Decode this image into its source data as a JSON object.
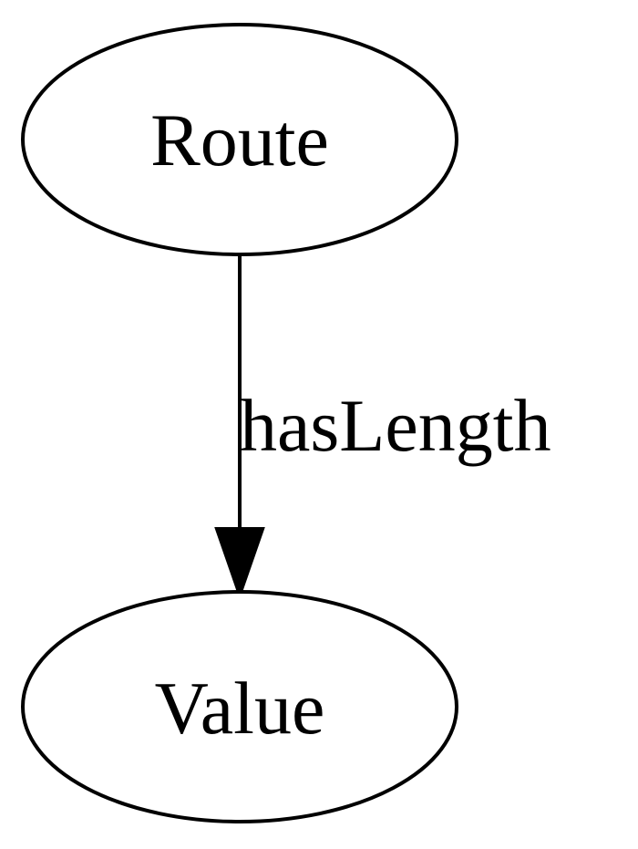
{
  "diagram": {
    "type": "directed-graph",
    "nodes": [
      {
        "id": "route",
        "label": "Route",
        "shape": "ellipse"
      },
      {
        "id": "value",
        "label": "Value",
        "shape": "ellipse"
      }
    ],
    "edges": [
      {
        "from": "route",
        "to": "value",
        "label": "hasLength"
      }
    ],
    "colors": {
      "stroke": "#000000",
      "fill": "#ffffff",
      "text": "#000000"
    }
  }
}
